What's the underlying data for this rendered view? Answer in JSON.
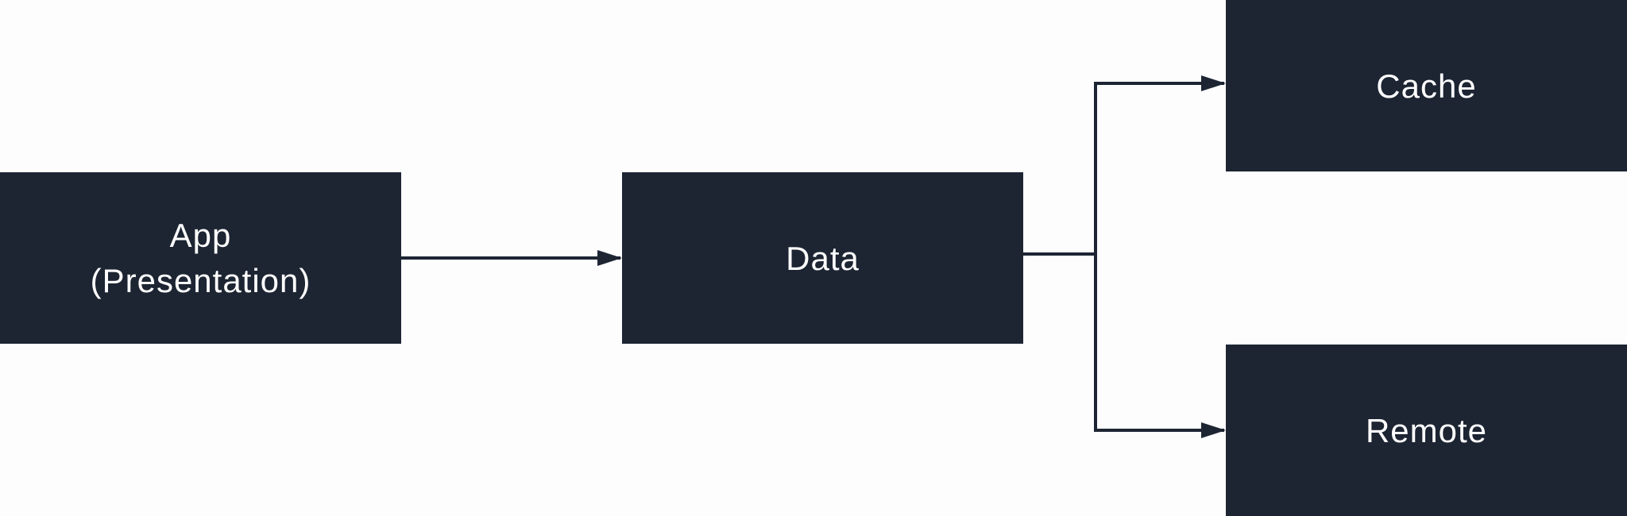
{
  "diagram": {
    "nodes": {
      "app": {
        "line1": "App",
        "line2": "(Presentation)"
      },
      "data": {
        "label": "Data"
      },
      "cache": {
        "label": "Cache"
      },
      "remote": {
        "label": "Remote"
      }
    },
    "edges": [
      {
        "from": "App (Presentation)",
        "to": "Data"
      },
      {
        "from": "Data",
        "to": "Cache"
      },
      {
        "from": "Data",
        "to": "Remote"
      }
    ],
    "colors": {
      "node_fill": "#1d2533",
      "node_text": "#ffffff",
      "connector": "#1d2533",
      "background": "#fdfdfd"
    }
  }
}
